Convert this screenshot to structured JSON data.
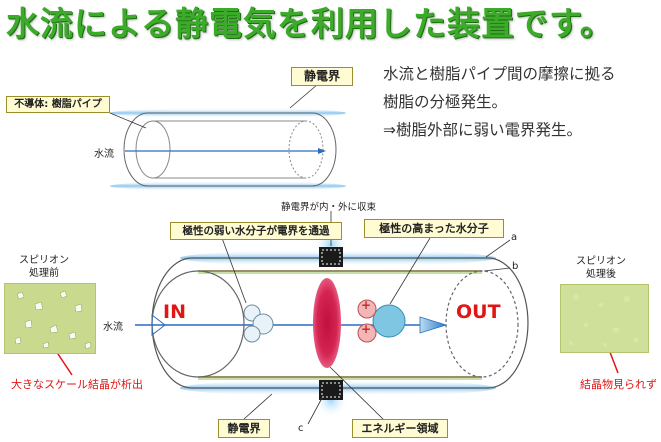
{
  "title": "水流による静電気を利用した装置です。",
  "description": {
    "line1": "水流と樹脂パイプ間の摩擦に拠る",
    "line2": "樹脂の分極発生。",
    "line3": "⇒樹脂外部に弱い電界発生。"
  },
  "top_diagram": {
    "insulator_label": "不導体: 樹脂パイプ",
    "field_label": "静電界",
    "water_label": "水流"
  },
  "main_diagram": {
    "field_in_out_label": "静電界が内・外に収束",
    "weak_molecule_label": "極性の弱い水分子が電界を通過",
    "high_molecule_label": "極性の高まった水分子",
    "in_label": "IN",
    "out_label": "OUT",
    "water_label": "水流",
    "field_label": "静電界",
    "energy_label": "エネルギー領域",
    "marker_a": "a",
    "marker_b": "b",
    "marker_c": "c",
    "plus1": "+",
    "plus2": "+"
  },
  "before": {
    "title_line1": "スピリオン",
    "title_line2": "処理前",
    "caption": "大きなスケール結晶が析出"
  },
  "after": {
    "title_line1": "スピリオン",
    "title_line2": "処理後",
    "caption": "結晶物見られず"
  },
  "colors": {
    "title_green": "#3dab2a",
    "red": "#e01515",
    "field_blue": "#a9d3f2",
    "energy_magenta": "#d0184a",
    "photo_bg": "#c9da8e"
  }
}
